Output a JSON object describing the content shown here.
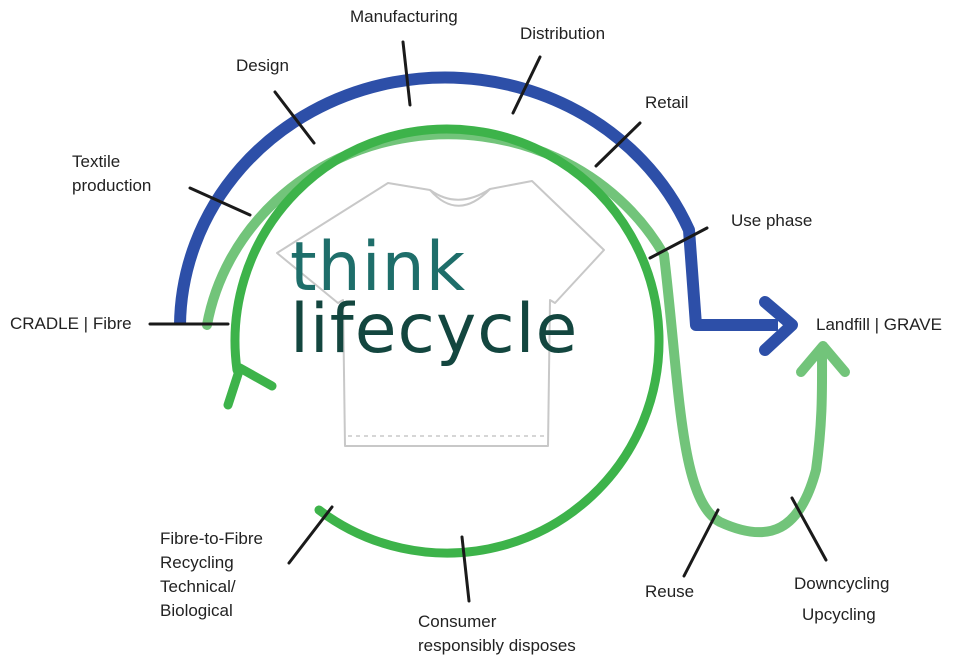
{
  "title": {
    "line1": "think",
    "line2": "lifecycle",
    "line1_color": "#1e6e6a",
    "line2_color": "#13463f"
  },
  "stages": {
    "cradle": "CRADLE | Fibre",
    "textile_production": [
      "Textile",
      "production"
    ],
    "design": "Design",
    "manufacturing": "Manufacturing",
    "distribution": "Distribution",
    "retail": "Retail",
    "use_phase": "Use phase",
    "grave": "Landfill | GRAVE",
    "reuse": "Reuse",
    "downcycling": "Downcycling",
    "upcycling": "Upcycling",
    "consumer_disposes": [
      "Consumer",
      "responsibly disposes"
    ],
    "fibre_to_fibre": [
      "Fibre-to-Fibre",
      "Recycling",
      "Technical/",
      "Biological"
    ]
  },
  "colors": {
    "linear_path": "#2d4fa8",
    "secondary_loop": "#72c47a",
    "circular_loop": "#3db34a",
    "tick": "#1a1a1a",
    "tshirt_outline": "#c8c8c8"
  }
}
